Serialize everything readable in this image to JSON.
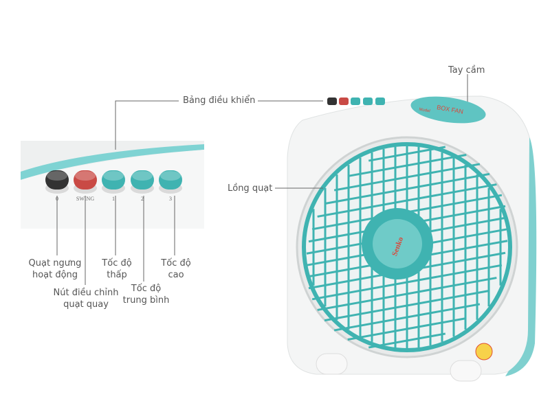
{
  "callouts": {
    "control_panel": "Bảng điều khiển",
    "handle": "Tay cầm",
    "fan_cage": "Lồng quạt",
    "stop": [
      "Quạt ngưng",
      "hoạt động"
    ],
    "swing": [
      "Nút điều chỉnh",
      "quạt quay"
    ],
    "low": [
      "Tốc độ",
      "thấp"
    ],
    "medium": [
      "Tốc độ",
      "trung bình"
    ],
    "high": [
      "Tốc độ",
      "cao"
    ]
  },
  "panel_labels": [
    "0",
    "SWING",
    "1",
    "2",
    "3"
  ],
  "product": {
    "badge": "BOX FAN",
    "model_prefix": "Model",
    "brand_logo": "Senko"
  },
  "colors": {
    "teal": "#3fb3b1",
    "red": "#c94a45",
    "black": "#333333",
    "body": "#f4f5f5",
    "label": "#555555"
  }
}
